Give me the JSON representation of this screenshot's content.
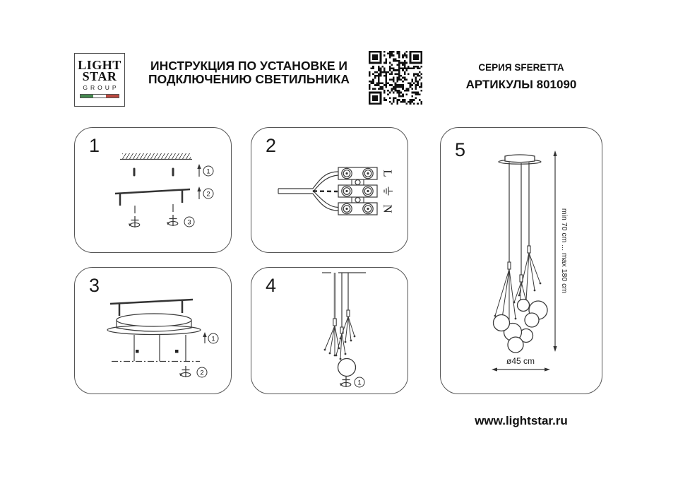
{
  "header": {
    "logo_line1": "LIGHT",
    "logo_line2": "STAR",
    "logo_line3": "GROUP",
    "title_line1": "ИНСТРУКЦИЯ ПО УСТАНОВКЕ И",
    "title_line2": "ПОДКЛЮЧЕНИЮ СВЕТИЛЬНИКА",
    "series": "СЕРИЯ SFERETTA",
    "articles": "АРТИКУЛЫ 801090"
  },
  "panels": {
    "p1": {
      "number": "1",
      "step1": "1",
      "step2": "2",
      "step3": "3"
    },
    "p2": {
      "number": "2",
      "label_line": "L",
      "label_neutral": "N"
    },
    "p3": {
      "number": "3",
      "step1": "1",
      "step2": "2"
    },
    "p4": {
      "number": "4",
      "step1": "1"
    },
    "p5": {
      "number": "5",
      "dim_height": "min 70 cm ... max 180 cm",
      "dim_diameter": "ø45 cm"
    }
  },
  "footer": {
    "website": "www.lightstar.ru"
  },
  "colors": {
    "ink": "#3a3a3a",
    "flag_green": "#45894f",
    "flag_white": "#ffffff",
    "flag_red": "#bb4840"
  }
}
